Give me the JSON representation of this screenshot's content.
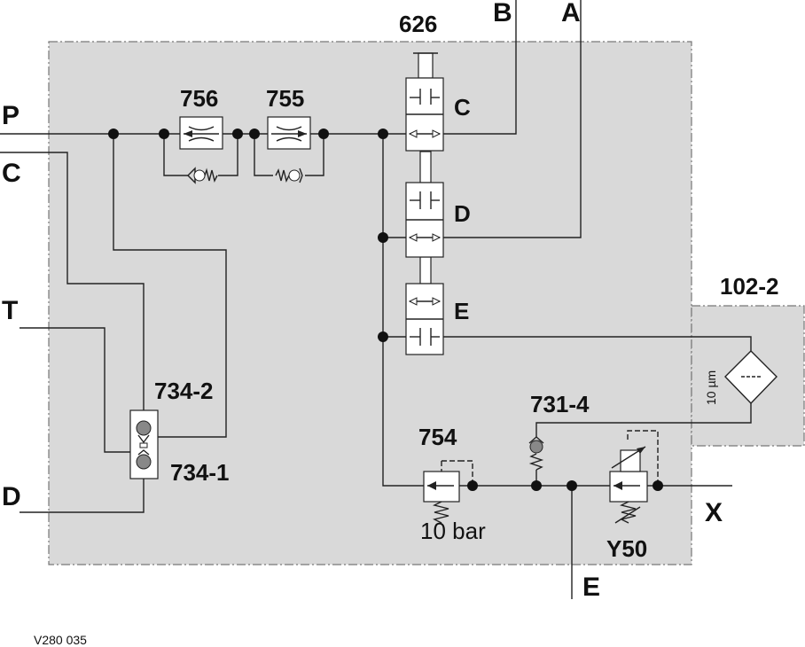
{
  "ports": {
    "P": "P",
    "C_left": "C",
    "T": "T",
    "D_left": "D",
    "B_top": "B",
    "A_top": "A",
    "X": "X",
    "E_bottom": "E"
  },
  "components": {
    "valve_block": "626",
    "sections": {
      "C": "C",
      "D": "D",
      "E": "E"
    },
    "throttle_1": "756",
    "throttle_2": "755",
    "filter": "102-2",
    "filter_rating": "10 µm",
    "check_upper": "734-2",
    "check_lower": "734-1",
    "reducing_valve": "754",
    "reducing_setting": "10 bar",
    "check_731": "731-4",
    "solenoid": "Y50"
  },
  "footer": {
    "code": "V280 035"
  },
  "colors": {
    "housing_fill": "#d9d9d9",
    "housing_stroke": "#777777",
    "line": "#222222",
    "check_ball": "#888888"
  }
}
